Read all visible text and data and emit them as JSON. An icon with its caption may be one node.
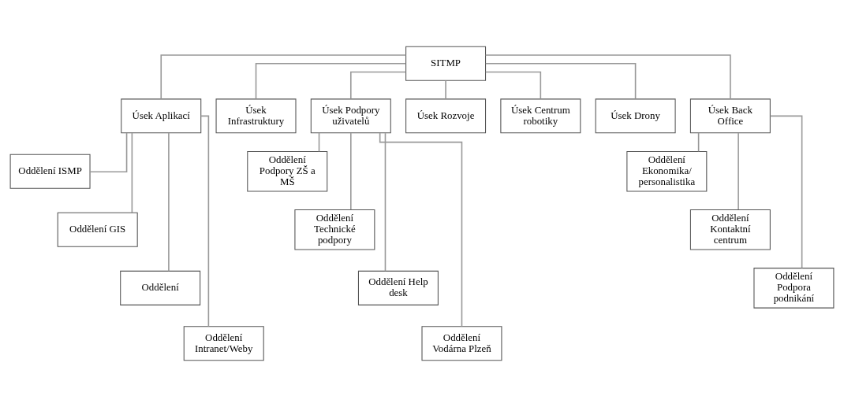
{
  "diagram": {
    "nodes": [
      {
        "text": [
          "SITMP"
        ]
      },
      {
        "text": [
          "Úsek Aplikací"
        ]
      },
      {
        "text": [
          "Úsek Infrastruktury"
        ]
      },
      {
        "text": [
          "Úsek Podpory uživatelů"
        ]
      },
      {
        "text": [
          "Úsek Rozvoje"
        ]
      },
      {
        "text": [
          "Úsek Centrum robotiky"
        ]
      },
      {
        "text": [
          "Úsek Drony"
        ]
      },
      {
        "text": [
          "Úsek Back Office"
        ]
      },
      {
        "text": [
          "Oddělení ISMP"
        ]
      },
      {
        "text": [
          "Oddělení GIS"
        ]
      },
      {
        "text": [
          "Oddělení"
        ]
      },
      {
        "text": [
          "Oddělení Intranet/Weby"
        ]
      },
      {
        "text": [
          "Oddělení Podpory ZŠ a MŠ"
        ]
      },
      {
        "text": [
          "Oddělení Technické podpory"
        ]
      },
      {
        "text": [
          "Oddělení Help desk"
        ]
      },
      {
        "text": [
          "Oddělení Vodárna Plzeň"
        ]
      },
      {
        "text": [
          "Oddělení Ekonomika/ personalistika"
        ]
      },
      {
        "text": [
          "Oddělení Kontaktní centrum"
        ]
      },
      {
        "text": [
          "Oddělení Podpora podnikání"
        ]
      }
    ],
    "edges": [
      {
        "from": 0,
        "to": 1,
        "arrow": "none"
      },
      {
        "from": 0,
        "to": 2,
        "arrow": "none"
      },
      {
        "from": 0,
        "to": 3,
        "arrow": "none"
      },
      {
        "from": 0,
        "to": 4,
        "arrow": "none"
      },
      {
        "from": 0,
        "to": 5,
        "arrow": "none"
      },
      {
        "from": 0,
        "to": 6,
        "arrow": "none"
      },
      {
        "from": 0,
        "to": 7,
        "arrow": "none"
      },
      {
        "from": 1,
        "to": 8,
        "arrow": "none"
      },
      {
        "from": 1,
        "to": 9,
        "arrow": "none"
      },
      {
        "from": 1,
        "to": 10,
        "arrow": "none"
      },
      {
        "from": 1,
        "to": 11,
        "arrow": "none"
      },
      {
        "from": 3,
        "to": 12,
        "arrow": "none"
      },
      {
        "from": 3,
        "to": 13,
        "arrow": "none"
      },
      {
        "from": 3,
        "to": 14,
        "arrow": "none"
      },
      {
        "from": 3,
        "to": 15,
        "arrow": "none"
      },
      {
        "from": 7,
        "to": 16,
        "arrow": "none"
      },
      {
        "from": 7,
        "to": 17,
        "arrow": "none"
      },
      {
        "from": 7,
        "to": 18,
        "arrow": "none"
      }
    ]
  }
}
